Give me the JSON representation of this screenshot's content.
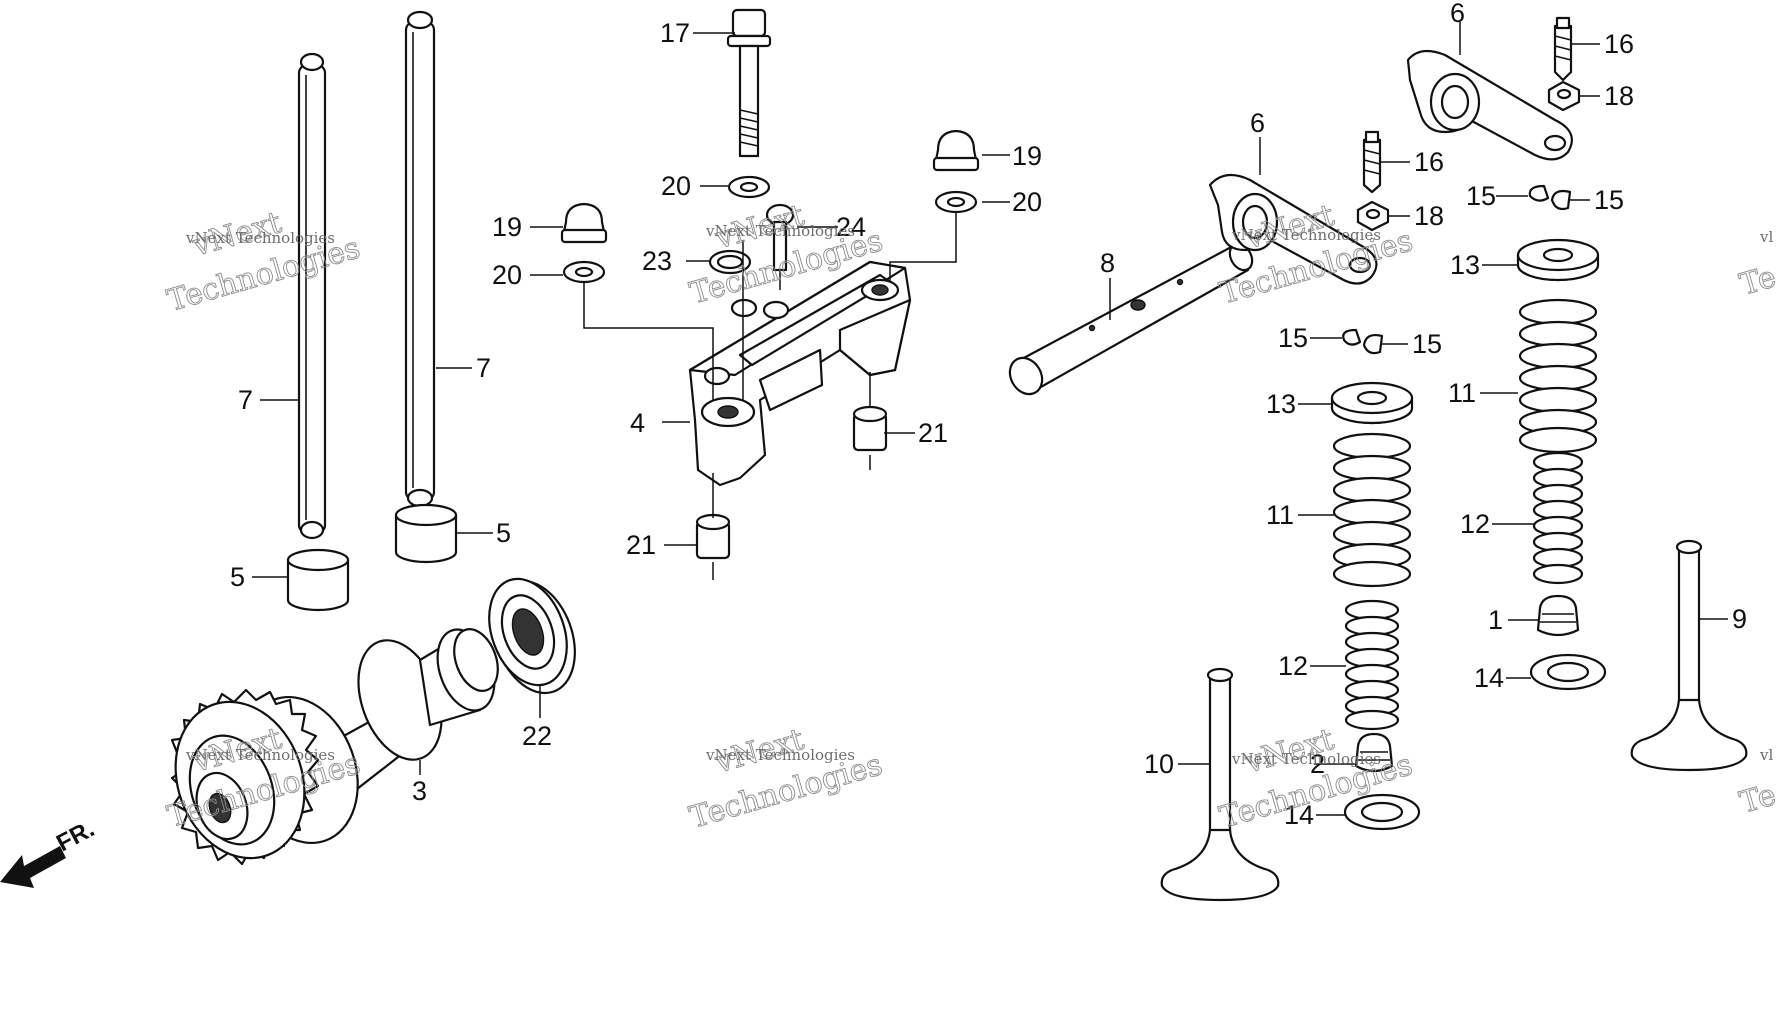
{
  "callouts": {
    "c1": "1",
    "c2": "2",
    "c3": "3",
    "c4": "4",
    "c5a": "5",
    "c5b": "5",
    "c6a": "6",
    "c6b": "6",
    "c7a": "7",
    "c7b": "7",
    "c8": "8",
    "c9": "9",
    "c10": "10",
    "c11a": "11",
    "c11b": "11",
    "c12a": "12",
    "c12b": "12",
    "c13a": "13",
    "c13b": "13",
    "c14a": "14",
    "c14b": "14",
    "c15a": "15",
    "c15b": "15",
    "c15c": "15",
    "c15d": "15",
    "c16a": "16",
    "c16b": "16",
    "c17": "17",
    "c18a": "18",
    "c18b": "18",
    "c19a": "19",
    "c19b": "19",
    "c20a": "20",
    "c20b": "20",
    "c20c": "20",
    "c21a": "21",
    "c21b": "21",
    "c22": "22",
    "c23": "23",
    "c24": "24"
  },
  "direction_label": "FR.",
  "watermark": {
    "small": "vNext Technologies",
    "line1": "vNext",
    "line2": "Technologies",
    "edge_small": "vl",
    "edge_large": "Te"
  }
}
